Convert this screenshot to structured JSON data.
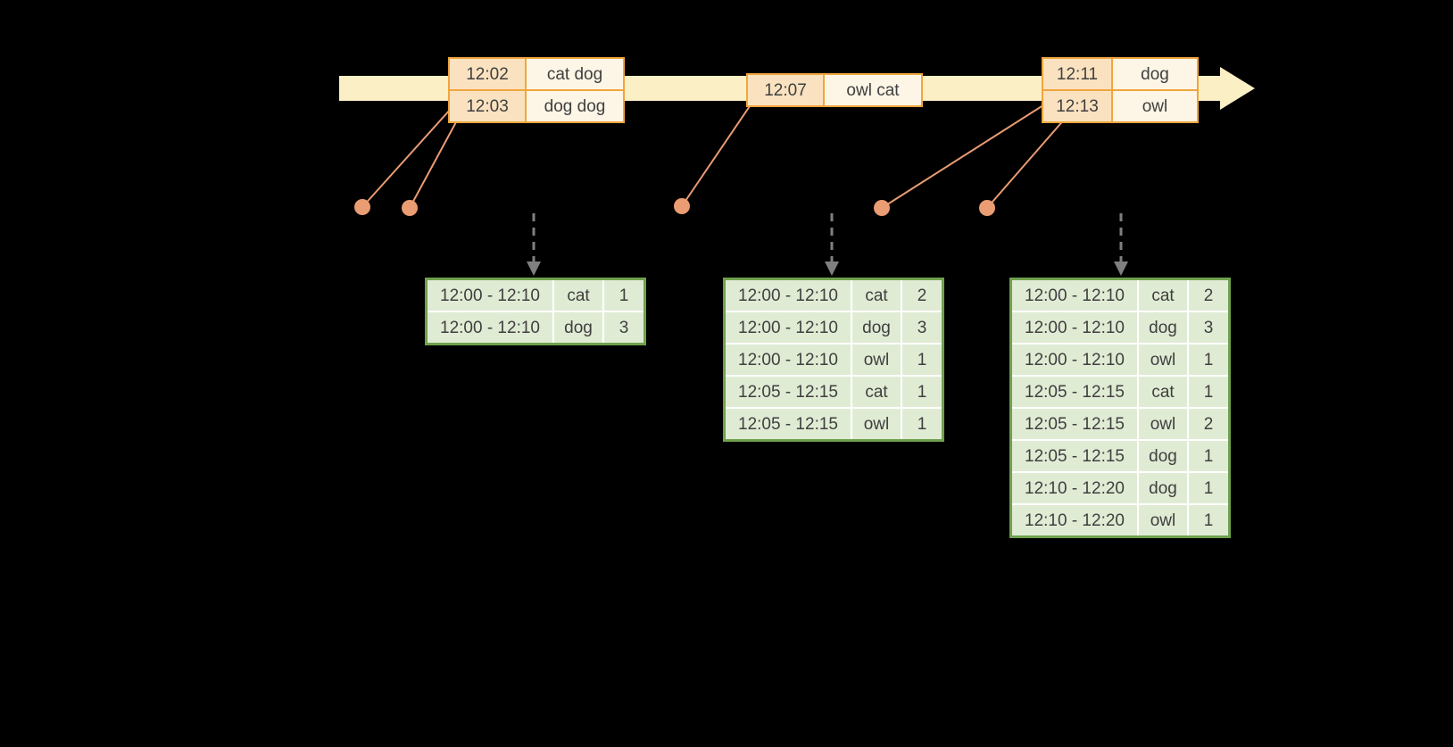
{
  "colors": {
    "background": "#000000",
    "timeline": "#FBEFC6",
    "event_border": "#F0A63C",
    "event_time_cell": "#FAE2C0",
    "event_word_cell": "#FDF5E5",
    "connector": "#EA9C72",
    "trigger_arrow": "#7F7F7F",
    "result_border": "#6FA14D",
    "result_cell": "#E0EBD4",
    "text": "#3F3F3F"
  },
  "event_tables": [
    {
      "rows": [
        [
          "12:02",
          "cat dog"
        ],
        [
          "12:03",
          "dog dog"
        ]
      ]
    },
    {
      "rows": [
        [
          "12:07",
          "owl cat"
        ]
      ]
    },
    {
      "rows": [
        [
          "12:11",
          "dog"
        ],
        [
          "12:13",
          "owl"
        ]
      ]
    }
  ],
  "result_tables": [
    {
      "rows": [
        [
          "12:00 - 12:10",
          "cat",
          "1"
        ],
        [
          "12:00 - 12:10",
          "dog",
          "3"
        ]
      ]
    },
    {
      "rows": [
        [
          "12:00 - 12:10",
          "cat",
          "2"
        ],
        [
          "12:00 - 12:10",
          "dog",
          "3"
        ],
        [
          "12:00 - 12:10",
          "owl",
          "1"
        ],
        [
          "12:05 - 12:15",
          "cat",
          "1"
        ],
        [
          "12:05 - 12:15",
          "owl",
          "1"
        ]
      ]
    },
    {
      "rows": [
        [
          "12:00 - 12:10",
          "cat",
          "2"
        ],
        [
          "12:00 - 12:10",
          "dog",
          "3"
        ],
        [
          "12:00 - 12:10",
          "owl",
          "1"
        ],
        [
          "12:05 - 12:15",
          "cat",
          "1"
        ],
        [
          "12:05 - 12:15",
          "owl",
          "2"
        ],
        [
          "12:05 - 12:15",
          "dog",
          "1"
        ],
        [
          "12:10 - 12:20",
          "dog",
          "1"
        ],
        [
          "12:10 - 12:20",
          "owl",
          "1"
        ]
      ]
    }
  ]
}
